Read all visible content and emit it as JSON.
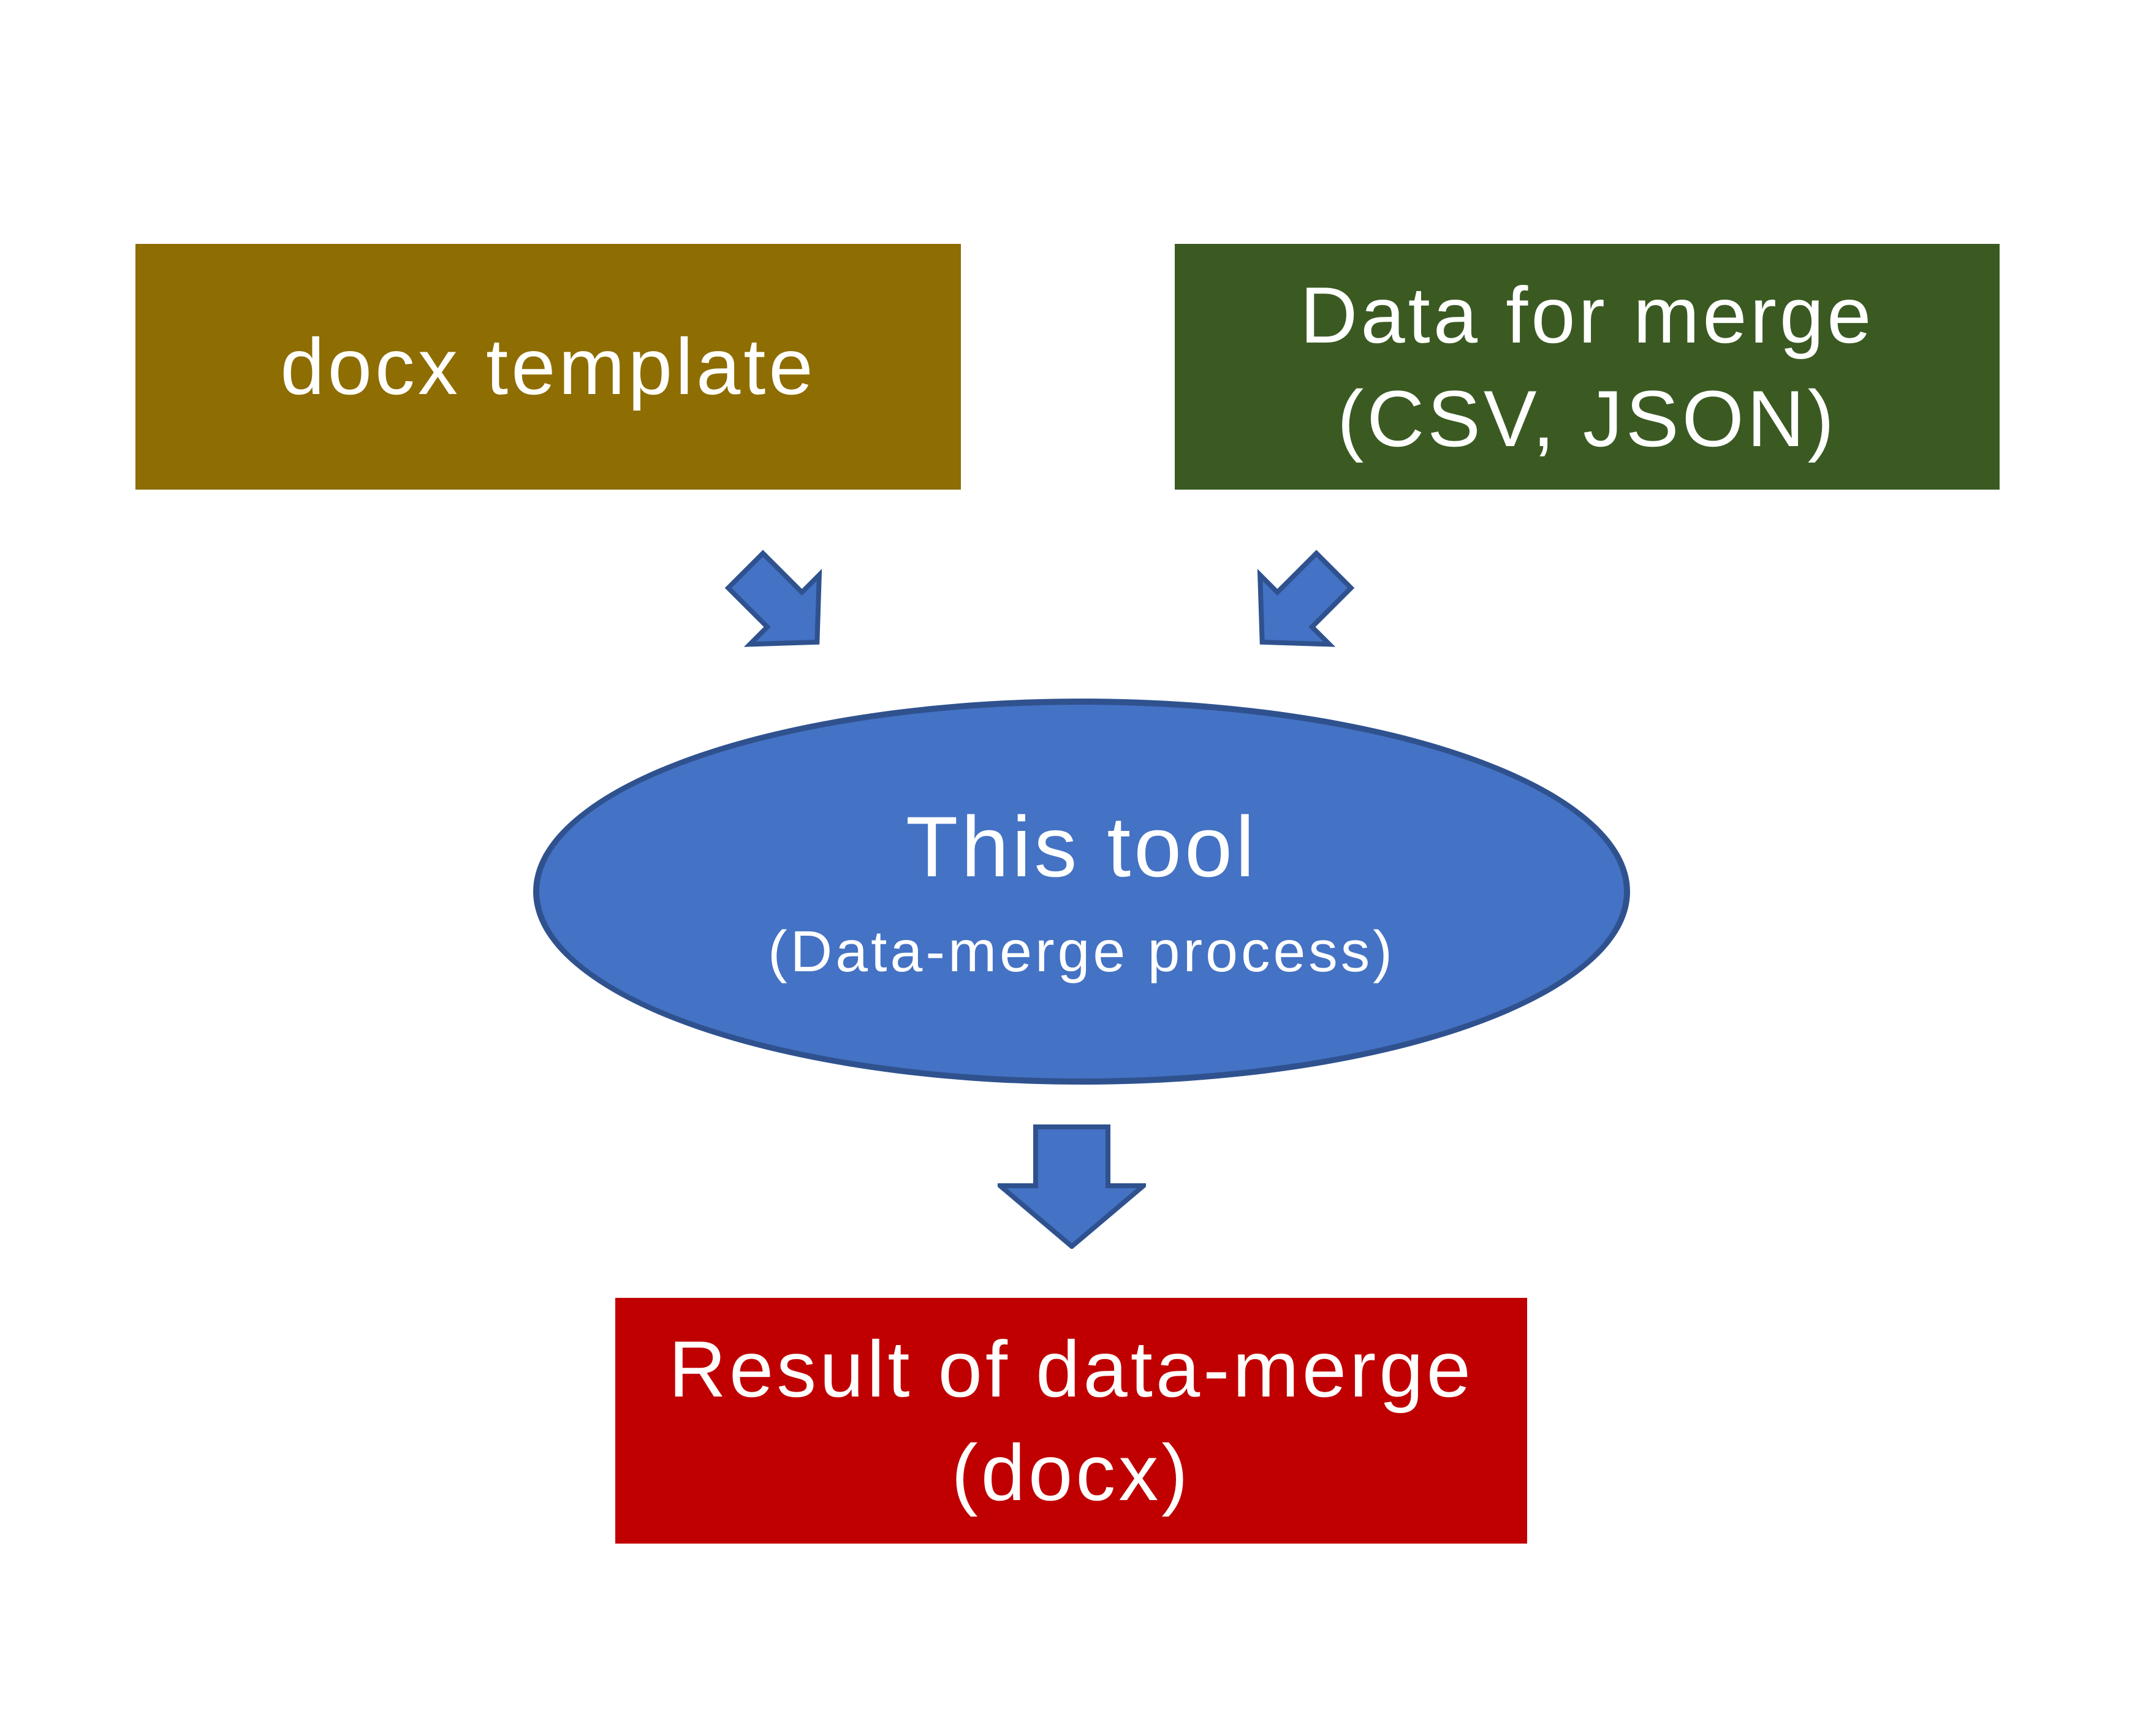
{
  "diagram": {
    "background_color": "#FFFFFF",
    "text_color": "#FFFFFF",
    "nodes": {
      "docx_template": {
        "shape": "rectangle",
        "label": "docx template",
        "fill": "#8E6D03"
      },
      "data_for_merge": {
        "shape": "rectangle",
        "line1": "Data for merge",
        "line2": "(CSV, JSON)",
        "fill": "#3A5A22"
      },
      "this_tool": {
        "shape": "ellipse",
        "line1": "This tool",
        "line2": "(Data-merge process)",
        "fill": "#4472C4",
        "stroke": "#2F528F"
      },
      "result": {
        "shape": "rectangle",
        "line1": "Result of data-merge",
        "line2": "(docx)",
        "fill": "#C00000"
      }
    },
    "connectors": {
      "fill": "#4472C4",
      "stroke": "#2F528F",
      "items": [
        {
          "name": "arrow-docx-template-to-this-tool",
          "direction": "down-right"
        },
        {
          "name": "arrow-data-for-merge-to-this-tool",
          "direction": "down-left"
        },
        {
          "name": "arrow-this-tool-to-result",
          "direction": "down"
        }
      ]
    }
  }
}
